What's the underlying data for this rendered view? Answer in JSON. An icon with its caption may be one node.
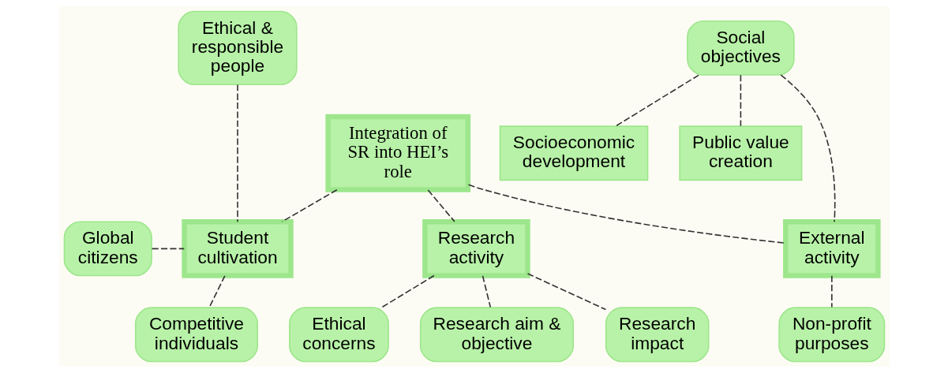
{
  "diagram": {
    "nodes": [
      {
        "text": [
          "Integration of SR into HEI’s role"
        ]
      },
      {
        "text": [
          "Ethical & responsible people"
        ]
      },
      {
        "text": [
          "Social objectives"
        ]
      },
      {
        "text": [
          "Public value creation"
        ]
      },
      {
        "text": [
          "Global citizens"
        ]
      },
      {
        "text": [
          "Student cultivation"
        ]
      },
      {
        "text": [
          "Research activity"
        ]
      },
      {
        "text": [
          "External activity"
        ]
      },
      {
        "text": [
          "Socioeconomic development"
        ]
      },
      {
        "text": [
          "Research aim & objective"
        ]
      },
      {
        "text": [
          "Research impact"
        ]
      },
      {
        "text": [
          "Ethical concerns"
        ]
      },
      {
        "text": [
          "Competitive individuals"
        ]
      },
      {
        "text": [
          "Non-profit purposes"
        ]
      }
    ],
    "edges": [
      {
        "from": 0,
        "to": 5,
        "arrow": "none",
        "style": "dashed"
      },
      {
        "from": 0,
        "to": 6,
        "arrow": "none",
        "style": "dashed"
      },
      {
        "from": 0,
        "to": 7,
        "arrow": "none",
        "style": "dashed"
      },
      {
        "from": 1,
        "to": 5,
        "arrow": "none",
        "style": "dashed"
      },
      {
        "from": 4,
        "to": 5,
        "arrow": "none",
        "style": "dashed"
      },
      {
        "from": 5,
        "to": 12,
        "arrow": "none",
        "style": "dashed"
      },
      {
        "from": 6,
        "to": 9,
        "arrow": "none",
        "style": "dashed"
      },
      {
        "from": 6,
        "to": 10,
        "arrow": "none",
        "style": "dashed"
      },
      {
        "from": 6,
        "to": 11,
        "arrow": "none",
        "style": "dashed"
      },
      {
        "from": 2,
        "to": 7,
        "arrow": "none",
        "style": "dashed"
      },
      {
        "from": 7,
        "to": 13,
        "arrow": "none",
        "style": "dashed"
      },
      {
        "from": 2,
        "to": 3,
        "arrow": "none",
        "style": "dashed"
      },
      {
        "from": 2,
        "to": 8,
        "arrow": "none",
        "style": "dashed"
      }
    ]
  }
}
